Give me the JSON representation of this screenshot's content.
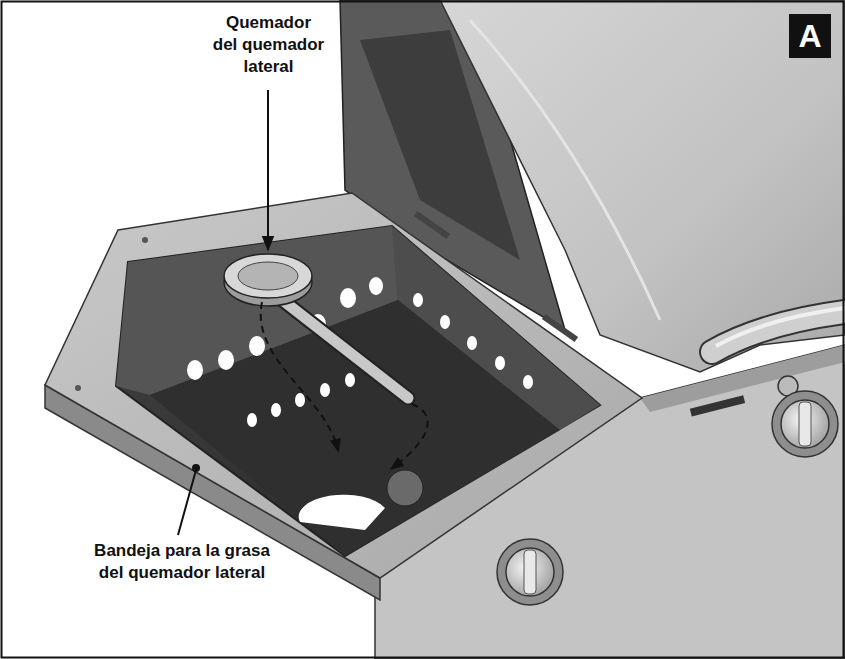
{
  "diagram": {
    "nodes": [
      {
        "text": [
          "A"
        ]
      }
    ],
    "labels": [
      "Quemador del quemador lateral",
      "Bandeja para la grasa del quemador lateral"
    ]
  }
}
